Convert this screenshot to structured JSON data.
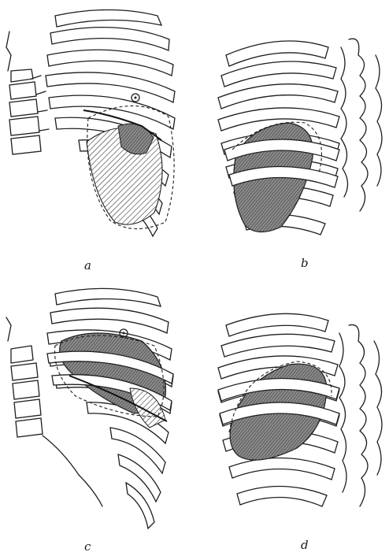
{
  "panels": [
    {
      "id": "a",
      "label": "a"
    },
    {
      "id": "b",
      "label": "b"
    },
    {
      "id": "c",
      "label": "c"
    },
    {
      "id": "d",
      "label": "d"
    }
  ],
  "colors": {
    "ink": "#1e1e1e",
    "shade": "#6a6a6a",
    "background": "#ffffff"
  }
}
